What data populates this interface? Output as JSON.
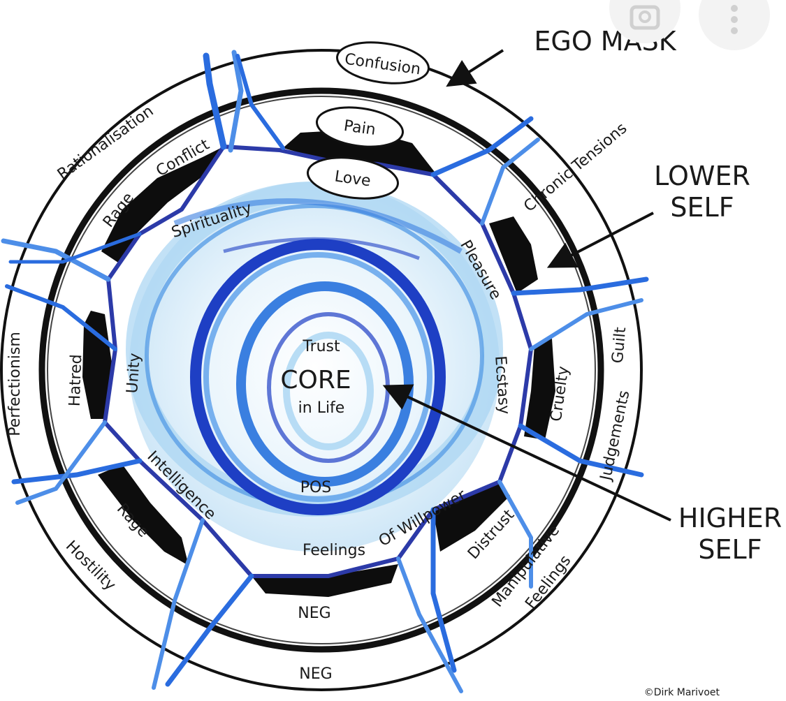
{
  "labels": {
    "ego_mask": "EGO MASK",
    "lower_self_line1": "LOWER",
    "lower_self_line2": "SELF",
    "higher_self_line1": "HIGHER",
    "higher_self_line2": "SELF",
    "copyright": "©Dirk Marivoet"
  },
  "core": {
    "trust": "Trust",
    "core": "CORE",
    "in_life": "in Life",
    "pos": "POS"
  },
  "ego_ring": {
    "confusion": "Confusion",
    "rationalisation": "Rationalisation",
    "chronic_tensions": "Chronic Tensions",
    "perfectionism": "Perfectionism",
    "guilt": "Guilt",
    "judgements": "Judgements",
    "hostility": "Hostility",
    "manipulative": "Manipulative",
    "feelings": "Feelings",
    "neg": "NEG"
  },
  "lower_ring": {
    "pain": "Pain",
    "conflict": "Conflict",
    "rage_top": "Rage",
    "hatred": "Hatred",
    "rage_bottom": "Rage",
    "cruelty": "Cruelty",
    "distrust": "Distrust",
    "neg": "NEG"
  },
  "higher_ring": {
    "love": "Love",
    "spirituality": "Spirituality",
    "pleasure": "Pleasure",
    "unity": "Unity",
    "ecstasy": "Ecstasy",
    "intelligence": "Intelligence",
    "feelings": "Feelings",
    "of_willpower": "Of Willpower"
  },
  "colors": {
    "swirl_dark": "#1e3fc4",
    "swirl_mid": "#3a7fe0",
    "swirl_light": "#a8d4f2",
    "ring_line": "#111111",
    "blue_band": "#2c3aa8"
  },
  "icons": [
    "lens-icon",
    "more-vertical-icon"
  ]
}
